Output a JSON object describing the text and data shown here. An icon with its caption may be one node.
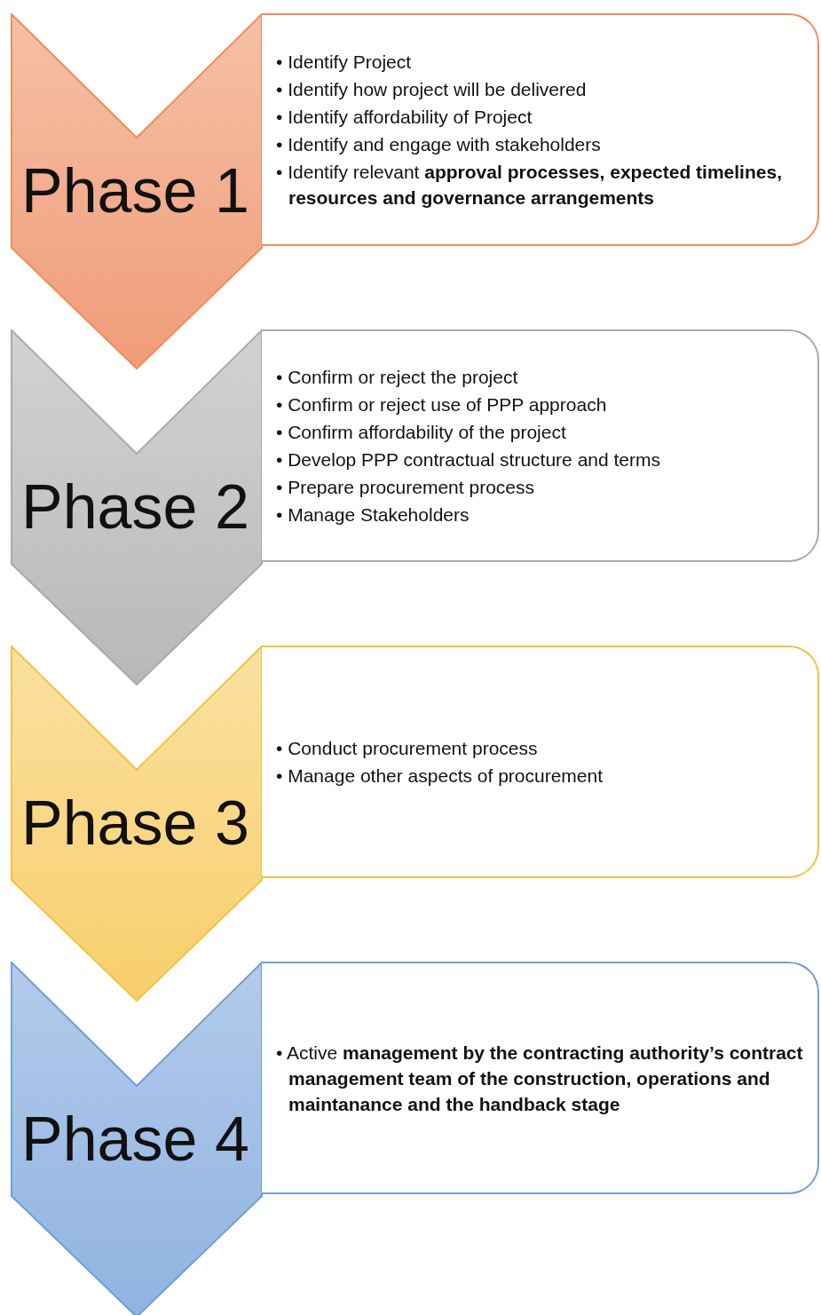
{
  "diagram": {
    "nodes": [
      {
        "text": [
          "Phase 1"
        ]
      },
      {
        "text": [
          "• Identify Project",
          "• Identify how project will be delivered",
          "• Identify affordability of Project",
          "• Identify and engage with stakeholders",
          "• Identify relevant **approval processes, expected timelines, resources and governance arrangements**"
        ]
      },
      {
        "text": [
          "Phase 2"
        ]
      },
      {
        "text": [
          "• Confirm or reject the project",
          "• Confirm or reject use of PPP approach",
          "• Confirm affordability of the project",
          "• Develop PPP contractual structure and terms",
          "• Prepare procurement process",
          "• Manage Stakeholders"
        ]
      },
      {
        "text": [
          "Phase 3"
        ]
      },
      {
        "text": [
          "• Conduct procurement process",
          "• Manage other aspects of procurement"
        ]
      },
      {
        "text": [
          "Phase 4"
        ]
      },
      {
        "text": [
          "• Active **management by the contracting authority’s contract management team of the construction, operations and maintanance and the handback stage**"
        ]
      }
    ]
  }
}
